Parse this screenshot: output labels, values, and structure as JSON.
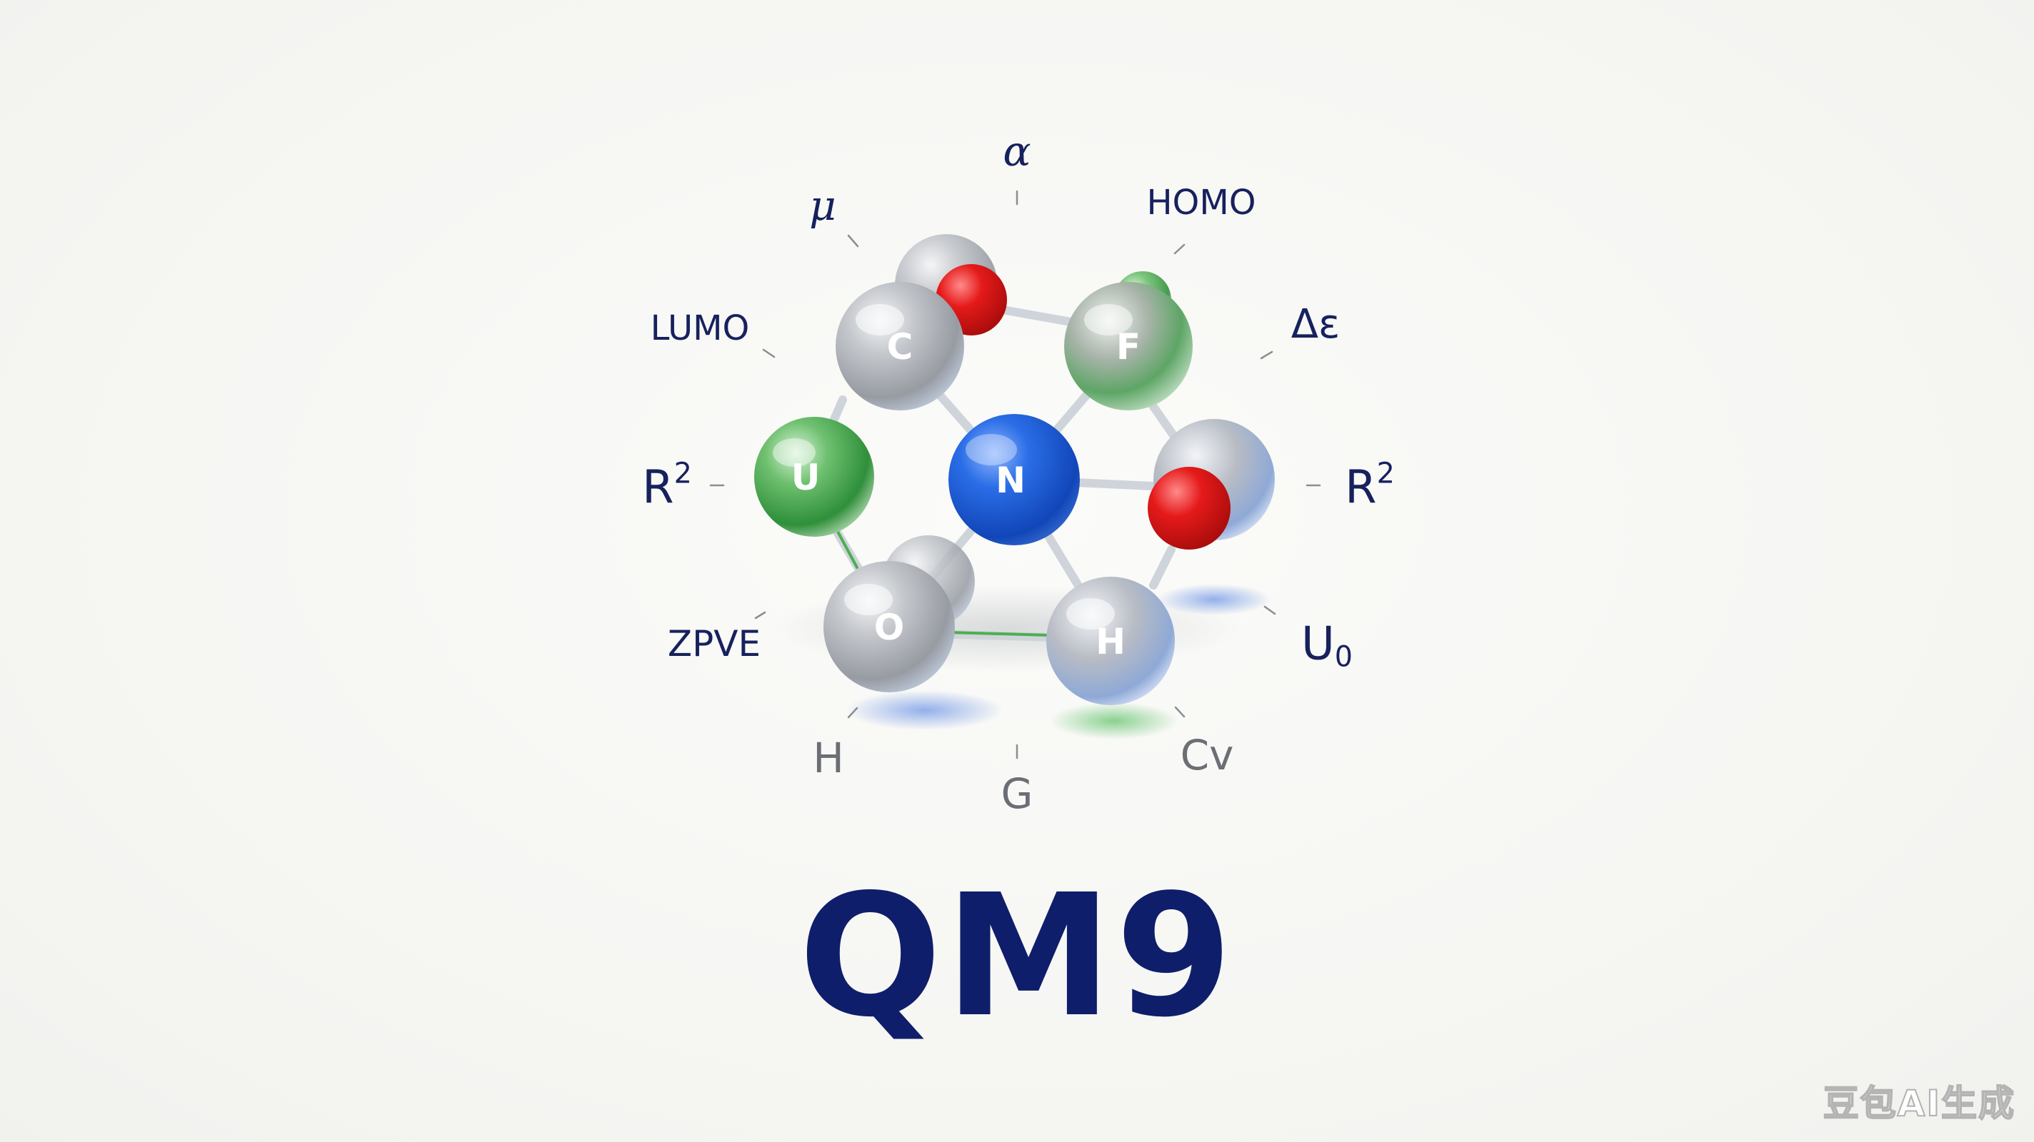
{
  "title": "QM9",
  "watermark": "豆包AI生成",
  "colors": {
    "title": "#0f1e6b",
    "label": "#17215e",
    "label_muted": "#6b6e74",
    "atom_gray": "#a9adb3",
    "atom_green": "#3fa34a",
    "atom_blue": "#1f5fd6",
    "atom_red": "#e01818",
    "bond": "#d0d6dc"
  },
  "properties": {
    "alpha": "α",
    "mu": "μ",
    "homo": "HOMO",
    "lumo": "LUMO",
    "delta_eps": "Δε",
    "r2_left_base": "R",
    "r2_left_exp": "2",
    "r2_right_base": "R",
    "r2_right_exp": "2",
    "zpve": "ZPVE",
    "u0_base": "U",
    "u0_sub": "0",
    "h": "H",
    "g": "G",
    "cv": "Cv"
  },
  "atoms": {
    "c": "C",
    "f": "F",
    "u": "U",
    "n": "N",
    "o": "O",
    "h": "H"
  }
}
